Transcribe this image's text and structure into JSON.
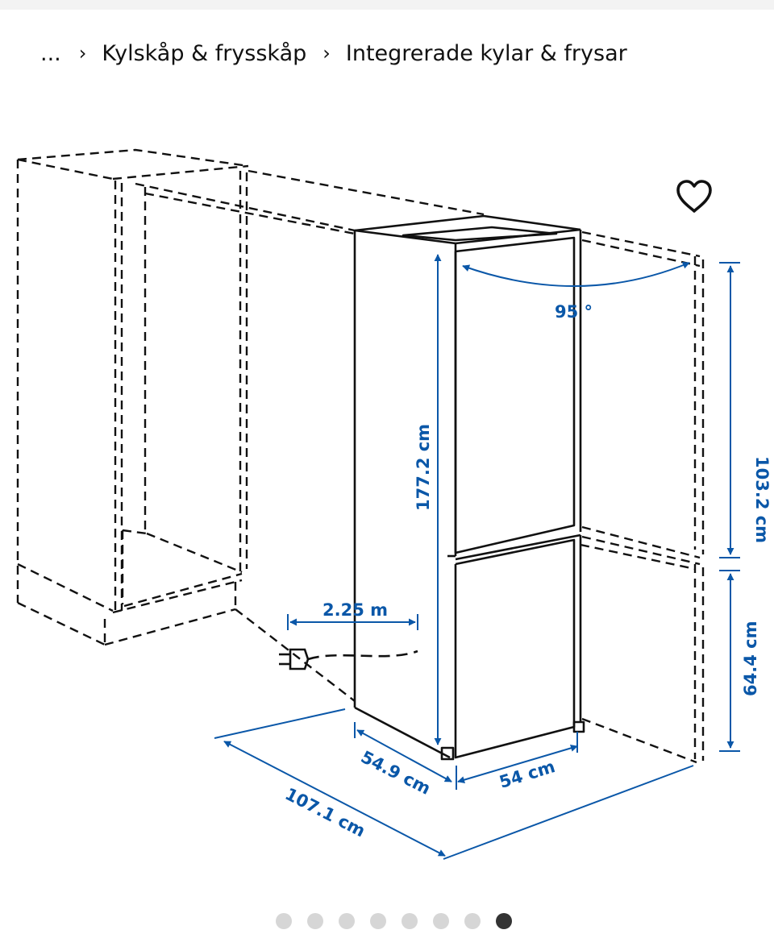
{
  "breadcrumb": {
    "ellipsis": "...",
    "separator": "›",
    "items": [
      "Kylskåp & frysskåp",
      "Integrerade kylar & frysar"
    ]
  },
  "favorite_icon": "heart-outline-icon",
  "dimensions": {
    "door_angle": "95 °",
    "total_height": "177.2 cm",
    "upper_height": "103.2 cm",
    "lower_height": "64.4 cm",
    "cord_length": "2.25 m",
    "depth": "54.9 cm",
    "width": "54 cm",
    "open_depth": "107.1 cm"
  },
  "carousel": {
    "count": 8,
    "active_index": 7
  },
  "colors": {
    "dimension_blue": "#0a57a8",
    "line_black": "#111111",
    "dot_inactive": "#d6d6d6",
    "dot_active": "#333333"
  }
}
